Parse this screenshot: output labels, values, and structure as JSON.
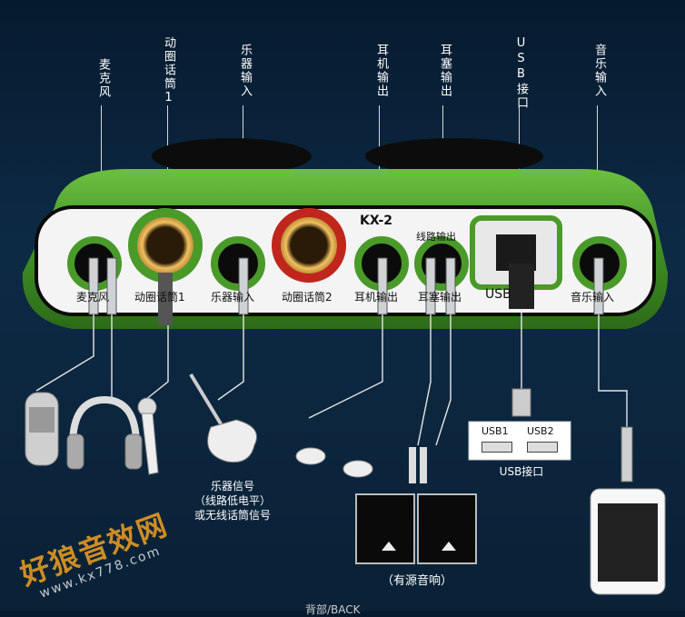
{
  "top_labels": [
    {
      "text": "麦克风"
    },
    {
      "text": "动圈话筒1"
    },
    {
      "text": "乐器输入"
    },
    {
      "text": "耳机输出"
    },
    {
      "text": "耳塞输出"
    },
    {
      "text": "USB接口"
    },
    {
      "text": "音乐输入"
    }
  ],
  "device": {
    "model": "KX-2",
    "group_label": "线路输出",
    "port_labels": [
      "麦克风",
      "动圈话筒1",
      "乐器输入",
      "动圈话筒2",
      "耳机输出",
      "耳塞输出",
      "USB",
      "音乐输入"
    ]
  },
  "usb_panel": {
    "ports": [
      "USB1",
      "USB2"
    ],
    "caption": "USB接口"
  },
  "instrument_caption": [
    "乐器信号",
    "（线路低电平）",
    "或无线话筒信号"
  ],
  "speaker_caption": "（有源音响）",
  "watermark": {
    "brand": "好狼音效网",
    "url": "www.kx778.com"
  },
  "bottom_label": "背部/BACK",
  "colors": {
    "device_green": "#4a9a2a",
    "panel_white": "#f4f4f4",
    "jack_red": "#c0261c",
    "jack_gold": "#d6a33c"
  }
}
